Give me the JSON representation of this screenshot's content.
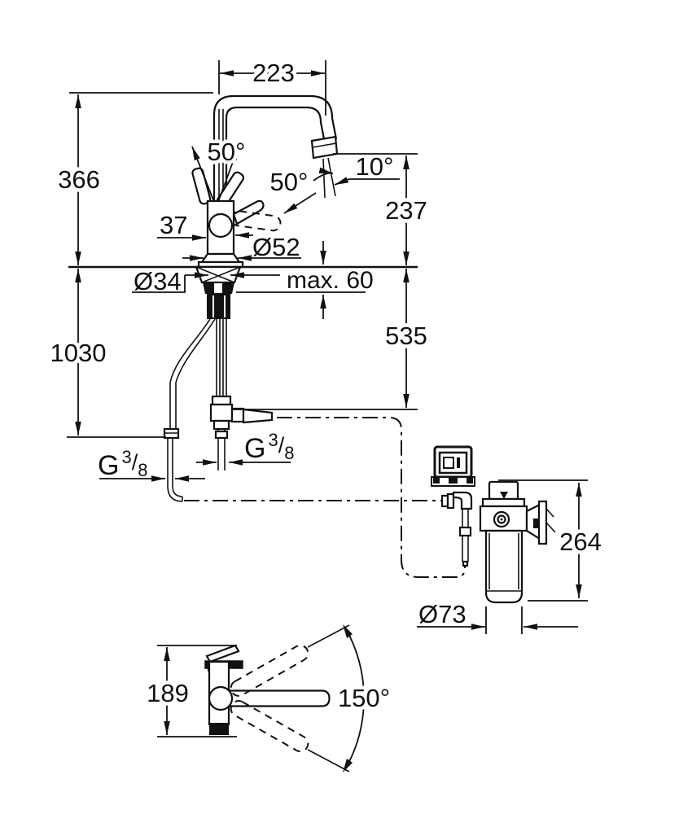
{
  "drawing": {
    "background": "#ffffff",
    "line_color": "#111111",
    "labels": {
      "spout_reach": "223",
      "height_above_deck": "366",
      "lever_angle_a": "50°",
      "lever_angle_b": "50°",
      "outlet_angle": "10°",
      "outlet_height": "237",
      "body_width": "37",
      "base_diameter": "Ø52",
      "shank_diameter": "Ø34",
      "deck_thickness_max": "max. 60",
      "hose_drop_below_deck": "535",
      "overall_height": "1030",
      "filter_height": "264",
      "filter_diameter": "Ø73",
      "topview_depth": "189",
      "swivel_angle": "150°"
    },
    "thread_left": {
      "prefix": "G",
      "numerator": "3",
      "slash": "/",
      "denominator": "8"
    },
    "thread_center": {
      "prefix": "G",
      "numerator": "3",
      "slash": "/",
      "denominator": "8"
    }
  }
}
